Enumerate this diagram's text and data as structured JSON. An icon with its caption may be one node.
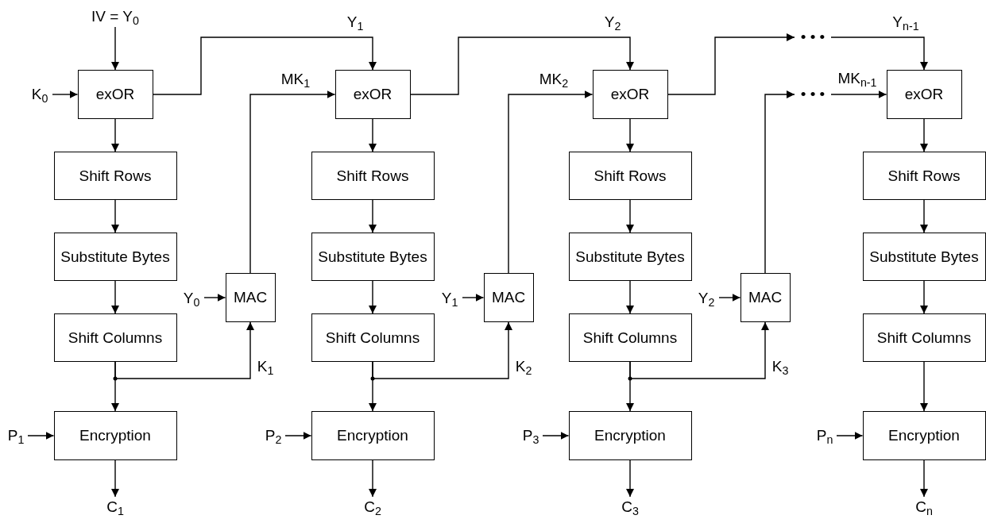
{
  "diagram": {
    "nodes": [
      {
        "text": [
          "IV = Y$_{0}$"
        ]
      },
      {
        "text": [
          "K$_{0}$"
        ]
      },
      {
        "text": [
          "exOR"
        ]
      },
      {
        "text": [
          "Shift Rows"
        ]
      },
      {
        "text": [
          "Substitute Bytes"
        ]
      },
      {
        "text": [
          "Shift Columns"
        ]
      },
      {
        "text": [
          "P$_{1}$"
        ]
      },
      {
        "text": [
          "Encryption"
        ]
      },
      {
        "text": [
          "C$_{1}$"
        ]
      },
      {
        "text": [
          "Y$_{0}$"
        ]
      },
      {
        "text": [
          "MAC"
        ]
      },
      {
        "text": [
          "exOR"
        ]
      },
      {
        "text": [
          "Shift Rows"
        ]
      },
      {
        "text": [
          "Substitute Bytes"
        ]
      },
      {
        "text": [
          "Shift Columns"
        ]
      },
      {
        "text": [
          "P$_{2}$"
        ]
      },
      {
        "text": [
          "Encryption"
        ]
      },
      {
        "text": [
          "C$_{2}$"
        ]
      },
      {
        "text": [
          "Y$_{1}$"
        ]
      },
      {
        "text": [
          "MAC"
        ]
      },
      {
        "text": [
          "exOR"
        ]
      },
      {
        "text": [
          "Shift Rows"
        ]
      },
      {
        "text": [
          "Substitute Bytes"
        ]
      },
      {
        "text": [
          "Shift Columns"
        ]
      },
      {
        "text": [
          "P$_{3}$"
        ]
      },
      {
        "text": [
          "Encryption"
        ]
      },
      {
        "text": [
          "C$_{3}$"
        ]
      },
      {
        "text": [
          "Y$_{2}$"
        ]
      },
      {
        "text": [
          "MAC"
        ]
      },
      {
        "text": [
          "• • •"
        ]
      },
      {
        "text": [
          "• • •"
        ]
      },
      {
        "text": [
          "exOR"
        ]
      },
      {
        "text": [
          "Shift Rows"
        ]
      },
      {
        "text": [
          "Substitute Bytes"
        ]
      },
      {
        "text": [
          "Shift Columns"
        ]
      },
      {
        "text": [
          "P$_{n}$"
        ]
      },
      {
        "text": [
          "Encryption"
        ]
      },
      {
        "text": [
          "C$_{n}$"
        ]
      }
    ],
    "edges": [
      {
        "from": 0,
        "to": 2,
        "arrow": "to"
      },
      {
        "from": 1,
        "to": 2,
        "arrow": "to"
      },
      {
        "from": 2,
        "to": 3,
        "arrow": "to"
      },
      {
        "from": 3,
        "to": 4,
        "arrow": "to"
      },
      {
        "from": 4,
        "to": 5,
        "arrow": "to"
      },
      {
        "from": 5,
        "to": 7,
        "arrow": "to"
      },
      {
        "from": 6,
        "to": 7,
        "arrow": "to"
      },
      {
        "from": 7,
        "to": 8,
        "arrow": "to"
      },
      {
        "from": 5,
        "to": 10,
        "arrow": "to",
        "label": "K$_{1}$"
      },
      {
        "from": 9,
        "to": 10,
        "arrow": "to"
      },
      {
        "from": 10,
        "to": 11,
        "arrow": "to",
        "label": "MK$_{1}$"
      },
      {
        "from": 2,
        "to": 11,
        "arrow": "to",
        "label": "Y$_{1}$"
      },
      {
        "from": 11,
        "to": 12,
        "arrow": "to"
      },
      {
        "from": 12,
        "to": 13,
        "arrow": "to"
      },
      {
        "from": 13,
        "to": 14,
        "arrow": "to"
      },
      {
        "from": 14,
        "to": 16,
        "arrow": "to"
      },
      {
        "from": 15,
        "to": 16,
        "arrow": "to"
      },
      {
        "from": 16,
        "to": 17,
        "arrow": "to"
      },
      {
        "from": 14,
        "to": 19,
        "arrow": "to",
        "label": "K$_{2}$"
      },
      {
        "from": 18,
        "to": 19,
        "arrow": "to"
      },
      {
        "from": 19,
        "to": 20,
        "arrow": "to",
        "label": "MK$_{2}$"
      },
      {
        "from": 11,
        "to": 20,
        "arrow": "to",
        "label": "Y$_{2}$"
      },
      {
        "from": 20,
        "to": 21,
        "arrow": "to"
      },
      {
        "from": 21,
        "to": 22,
        "arrow": "to"
      },
      {
        "from": 22,
        "to": 23,
        "arrow": "to"
      },
      {
        "from": 23,
        "to": 25,
        "arrow": "to"
      },
      {
        "from": 24,
        "to": 25,
        "arrow": "to"
      },
      {
        "from": 25,
        "to": 26,
        "arrow": "to"
      },
      {
        "from": 23,
        "to": 28,
        "arrow": "to",
        "label": "K$_{3}$"
      },
      {
        "from": 27,
        "to": 28,
        "arrow": "to"
      },
      {
        "from": 28,
        "to": 30,
        "arrow": "to"
      },
      {
        "from": 20,
        "to": 29,
        "arrow": "to"
      },
      {
        "from": 29,
        "to": 31,
        "arrow": "to",
        "label": "Y$_{n-1}$"
      },
      {
        "from": 30,
        "to": 31,
        "arrow": "to",
        "label": "MK$_{n-1}$"
      },
      {
        "from": 31,
        "to": 32,
        "arrow": "to"
      },
      {
        "from": 32,
        "to": 33,
        "arrow": "to"
      },
      {
        "from": 33,
        "to": 34,
        "arrow": "to"
      },
      {
        "from": 34,
        "to": 36,
        "arrow": "to"
      },
      {
        "from": 35,
        "to": 36,
        "arrow": "to"
      },
      {
        "from": 36,
        "to": 37,
        "arrow": "to"
      }
    ]
  }
}
